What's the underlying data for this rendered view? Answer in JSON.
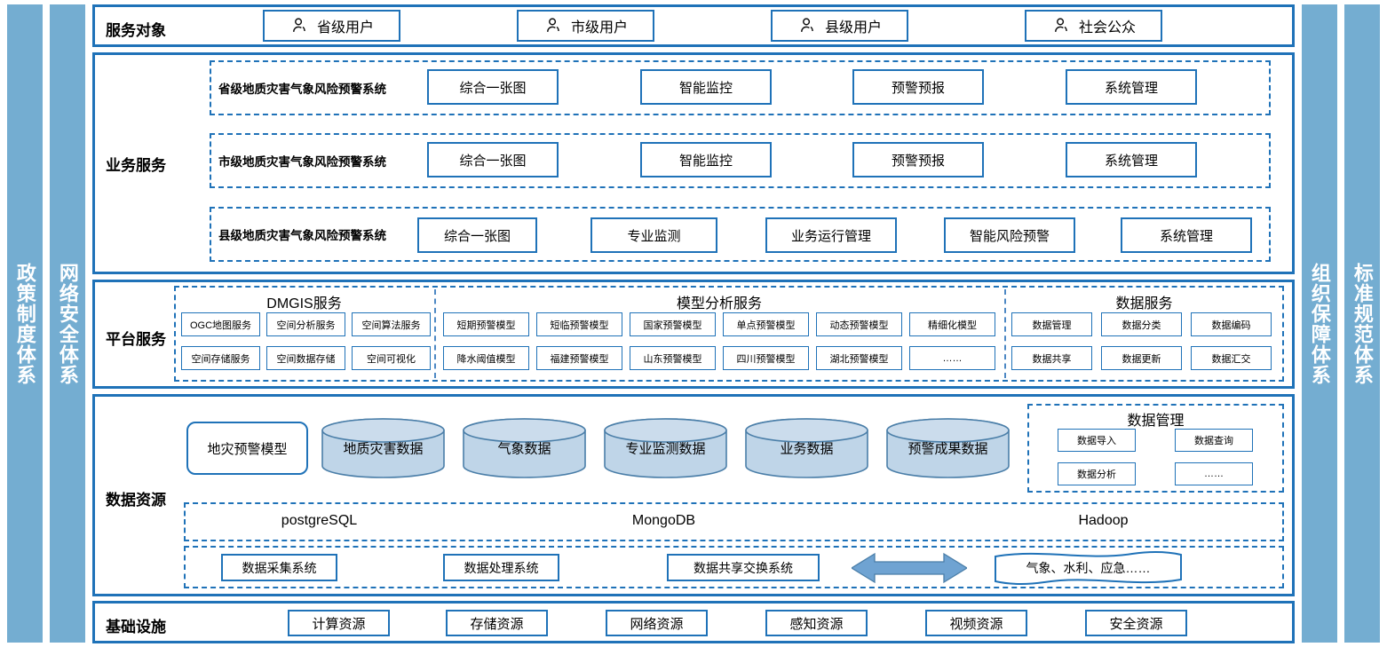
{
  "side_bars": {
    "left": [
      {
        "label": "政策制度体系"
      },
      {
        "label": "网络安全体系"
      }
    ],
    "right": [
      {
        "label": "组织保障体系"
      },
      {
        "label": "标准规范体系"
      }
    ]
  },
  "colors": {
    "accent": "#1F72B8",
    "bar_fill": "#74ADD1",
    "cylinder_fill": "#BFD5E8",
    "arrow_fill": "#6FA3D2"
  },
  "layers": {
    "service_objects": {
      "label": "服务对象",
      "items": [
        {
          "label": "省级用户",
          "icon": "person-icon"
        },
        {
          "label": "市级用户",
          "icon": "person-icon"
        },
        {
          "label": "县级用户",
          "icon": "person-icon"
        },
        {
          "label": "社会公众",
          "icon": "person-icon"
        }
      ]
    },
    "business_services": {
      "label": "业务服务",
      "rows": [
        {
          "system": "省级地质灾害气象风险预警系统",
          "modules": [
            "综合一张图",
            "智能监控",
            "预警预报",
            "系统管理"
          ]
        },
        {
          "system": "市级地质灾害气象风险预警系统",
          "modules": [
            "综合一张图",
            "智能监控",
            "预警预报",
            "系统管理"
          ]
        },
        {
          "system": "县级地质灾害气象风险预警系统",
          "modules": [
            "综合一张图",
            "专业监测",
            "业务运行管理",
            "智能风险预警",
            "系统管理"
          ]
        }
      ]
    },
    "platform_services": {
      "label": "平台服务",
      "groups": [
        {
          "title": "DMGIS服务",
          "items": [
            "OGC地图服务",
            "空间分析服务",
            "空间算法服务",
            "空间存储服务",
            "空间数据存储",
            "空间可视化"
          ]
        },
        {
          "title": "模型分析服务",
          "items": [
            "短期预警模型",
            "短临预警模型",
            "国家预警模型",
            "单点预警模型",
            "动态预警模型",
            "精细化模型",
            "降水阈值模型",
            "福建预警模型",
            "山东预警模型",
            "四川预警模型",
            "湖北预警模型",
            "……"
          ]
        },
        {
          "title": "数据服务",
          "items": [
            "数据管理",
            "数据分类",
            "数据编码",
            "数据共享",
            "数据更新",
            "数据汇交"
          ]
        }
      ]
    },
    "data_resources": {
      "label": "数据资源",
      "model_box": "地灾预警模型",
      "cylinders": [
        "地质灾害数据",
        "气象数据",
        "专业监测数据",
        "业务数据",
        "预警成果数据"
      ],
      "data_management": {
        "title": "数据管理",
        "items": [
          "数据导入",
          "数据查询",
          "数据分析",
          "……"
        ]
      },
      "databases": [
        "postgreSQL",
        "MongoDB",
        "Hadoop"
      ],
      "systems": [
        "数据采集系统",
        "数据处理系统",
        "数据共享交换系统"
      ],
      "external": "气象、水利、应急……",
      "exchange_icon": "double-arrow-icon"
    },
    "infrastructure": {
      "label": "基础设施",
      "items": [
        "计算资源",
        "存储资源",
        "网络资源",
        "感知资源",
        "视频资源",
        "安全资源"
      ]
    }
  }
}
